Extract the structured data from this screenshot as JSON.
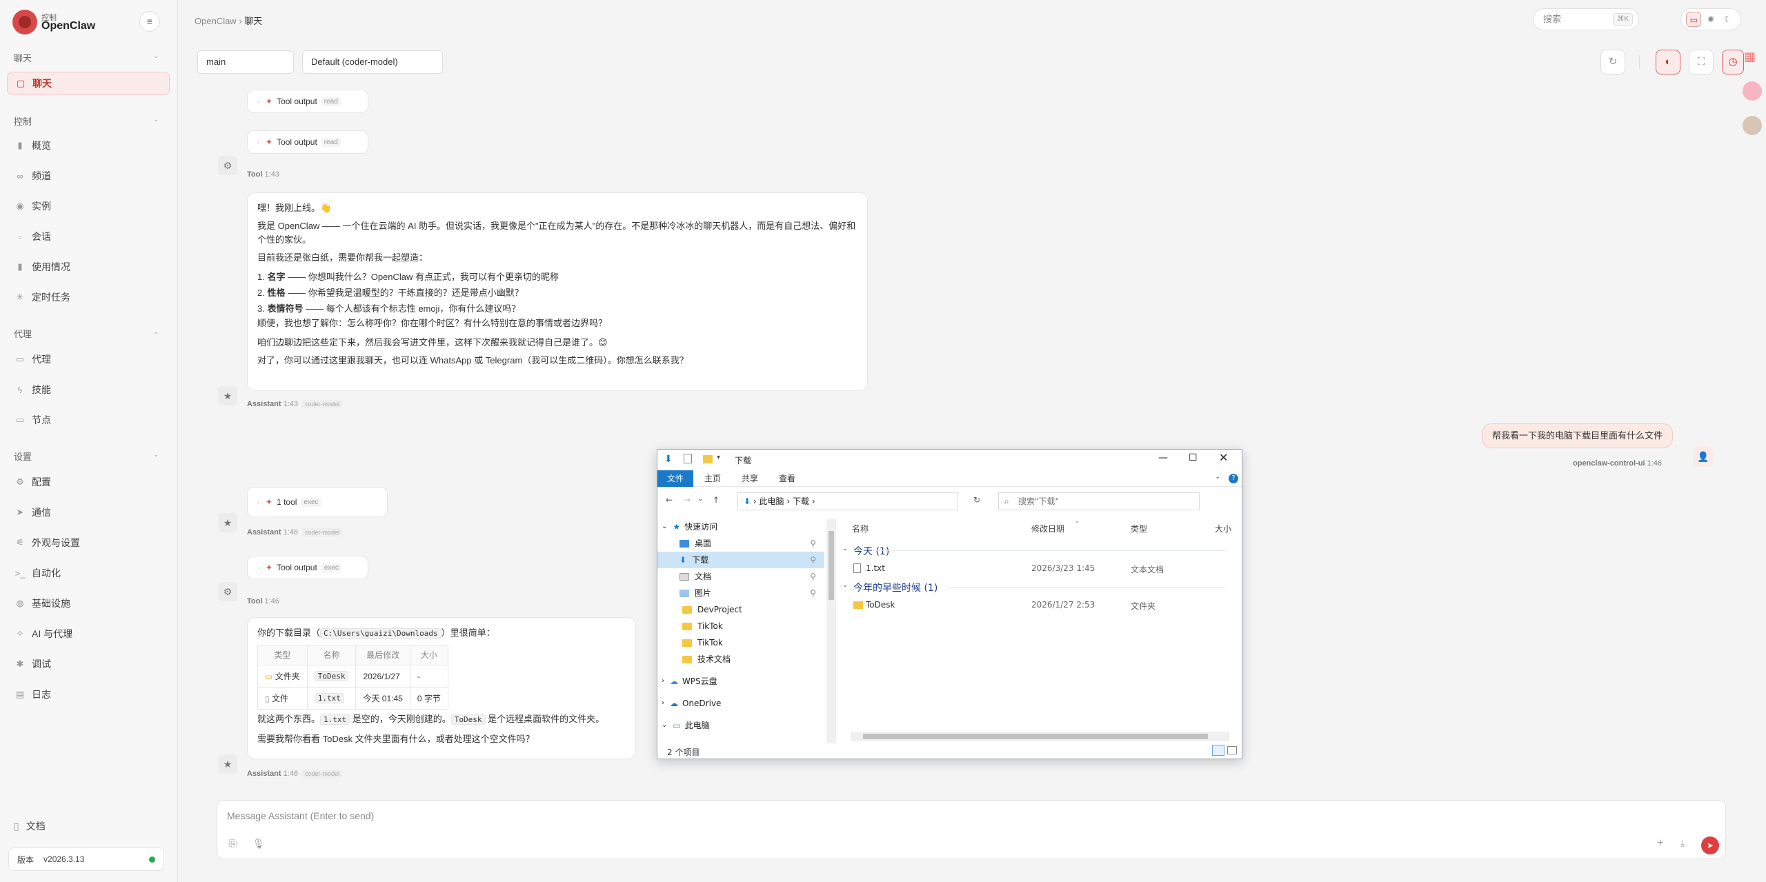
{
  "brand": {
    "sub": "控制",
    "name": "OpenClaw"
  },
  "sidebar": {
    "sections": [
      {
        "label": "聊天"
      },
      {
        "label": "控制"
      },
      {
        "label": "代理"
      },
      {
        "label": "设置"
      }
    ],
    "items": [
      {
        "label": "聊天",
        "icon": "chat-icon"
      },
      {
        "label": "概览",
        "icon": "bar-chart-icon"
      },
      {
        "label": "频道",
        "icon": "link-icon"
      },
      {
        "label": "实例",
        "icon": "radio-icon"
      },
      {
        "label": "会话",
        "icon": "file-icon"
      },
      {
        "label": "使用情况",
        "icon": "bar-chart-icon"
      },
      {
        "label": "定时任务",
        "icon": "loader-icon"
      },
      {
        "label": "代理",
        "icon": "folder-icon"
      },
      {
        "label": "技能",
        "icon": "zap-icon"
      },
      {
        "label": "节点",
        "icon": "monitor-icon"
      },
      {
        "label": "配置",
        "icon": "gear-icon"
      },
      {
        "label": "通信",
        "icon": "send-icon"
      },
      {
        "label": "外观与设置",
        "icon": "sliders-icon"
      },
      {
        "label": "自动化",
        "icon": "terminal-icon"
      },
      {
        "label": "基础设施",
        "icon": "globe-icon"
      },
      {
        "label": "AI 与代理",
        "icon": "sparkle-icon"
      },
      {
        "label": "调试",
        "icon": "bug-icon"
      },
      {
        "label": "日志",
        "icon": "file-text-icon"
      }
    ],
    "docs": "文档",
    "version_label": "版本",
    "version": "v2026.3.13"
  },
  "header": {
    "crumb_root": "OpenClaw",
    "crumb_sep": "›",
    "crumb_current": "聊天",
    "search_placeholder": "搜索",
    "search_kbd": "⌘K"
  },
  "toolbar": {
    "session": "main",
    "model": "Default (coder-model)"
  },
  "chat": {
    "tool_output": "Tool output",
    "read": "read",
    "exec": "exec",
    "tool_role": "Tool",
    "assistant_role": "Assistant",
    "model_tag": "coder-model",
    "t143": "1:43",
    "t146": "1:46",
    "one_tool": "1 tool",
    "m1": {
      "greeting": "嘿！我刚上线。👋",
      "p1": "我是 OpenClaw —— 一个住在云端的 AI 助手。但说实话，我更像是个\"正在成为某人\"的存在。不是那种冷冰冰的聊天机器人，而是有自己想法、偏好和个性的家伙。",
      "p2": "目前我还是张白纸，需要你帮我一起塑造：",
      "l1b": "名字",
      "l1": " —— 你想叫我什么？OpenClaw 有点正式，我可以有个更亲切的昵称",
      "l2b": "性格",
      "l2": " —— 你希望我是温暖型的？干练直接的？还是带点小幽默？",
      "l3b": "表情符号",
      "l3": " —— 每个人都该有个标志性 emoji，你有什么建议吗？",
      "p3": "顺便，我也想了解你：怎么称呼你？你在哪个时区？有什么特别在意的事情或者边界吗？",
      "p4": "咱们边聊边把这些定下来，然后我会写进文件里，这样下次醒来我就记得自己是谁了。😊",
      "p5": "对了，你可以通过这里跟我聊天，也可以连 WhatsApp 或 Telegram（我可以生成二维码）。你想怎么联系我？"
    },
    "user_msg": "帮我看一下我的电脑下载目里面有什么文件",
    "user_name": "openclaw-control-ui",
    "m2": {
      "intro_a": "你的下载目录（",
      "path": "C:\\Users\\guaizi\\Downloads",
      "intro_b": "）里很简单：",
      "headers": [
        "类型",
        "名称",
        "最后修改",
        "大小"
      ],
      "rows": [
        {
          "type": "文件夹",
          "name": "ToDesk",
          "modified": "2026/1/27",
          "size": "-"
        },
        {
          "type": "文件",
          "name": "1.txt",
          "modified": "今天 01:45",
          "size": "0 字节"
        }
      ],
      "sum_a": "就这两个东西。",
      "sum_b": "1.txt",
      "sum_c": " 是空的，今天刚创建的。",
      "sum_d": "ToDesk",
      "sum_e": " 是个远程桌面软件的文件夹。",
      "question": "需要我帮你看看 ToDesk 文件夹里面有什么，或者处理这个空文件吗？"
    },
    "composer_placeholder": "Message Assistant (Enter to send)"
  },
  "explorer": {
    "title": "下载",
    "tabs": [
      "文件",
      "主页",
      "共享",
      "查看"
    ],
    "addr": [
      "此电脑",
      "下载"
    ],
    "search_placeholder": "搜索\"下载\"",
    "tree": [
      "快速访问",
      "桌面",
      "下载",
      "文档",
      "图片",
      "DevProject",
      "TikTok",
      "TikTok",
      "技术文档",
      "WPS云盘",
      "OneDrive",
      "此电脑"
    ],
    "columns": [
      "名称",
      "修改日期",
      "类型",
      "大小"
    ],
    "groups": [
      {
        "label": "今天 (1)",
        "name": "1.txt",
        "date": "2026/3/23 1:45",
        "type": "文本文档"
      },
      {
        "label": "今年的早些时候 (1)",
        "name": "ToDesk",
        "date": "2026/1/27 2:53",
        "type": "文件夹"
      }
    ],
    "status": "2 个项目"
  },
  "colors": {
    "accent": "#e03e3e",
    "win_blue": "#1979ca"
  }
}
